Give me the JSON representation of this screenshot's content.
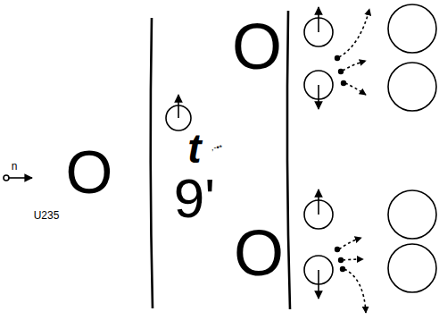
{
  "diagram": {
    "labels": [
      "n",
      "U235",
      "O",
      "t",
      ",-•*",
      "9'",
      "O",
      "O"
    ]
  }
}
